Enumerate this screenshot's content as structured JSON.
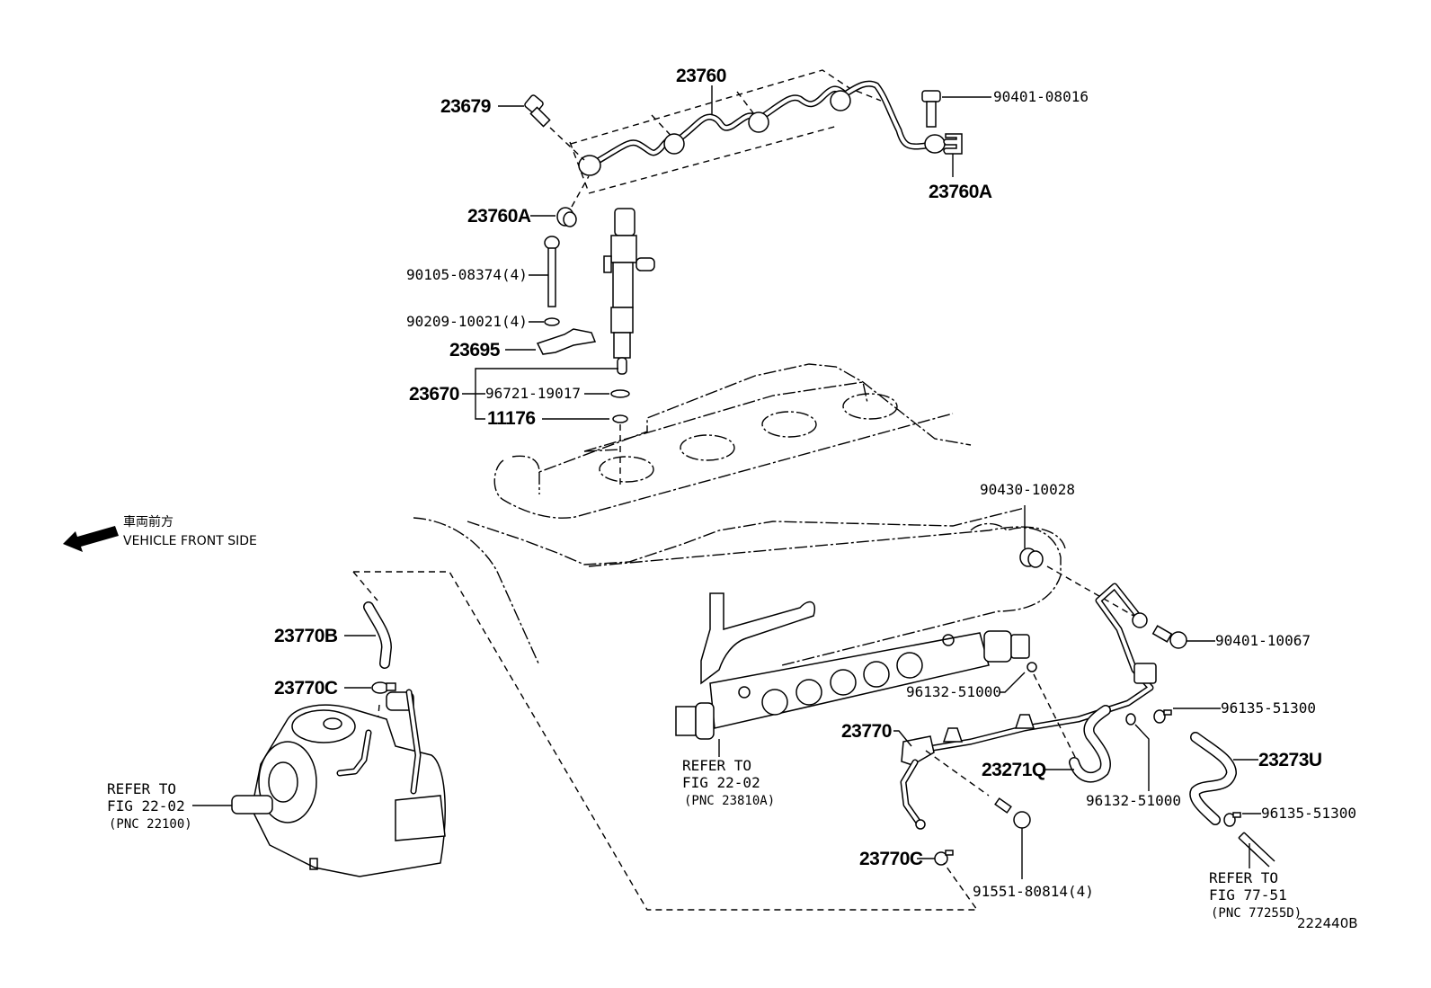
{
  "diagram": {
    "figure_id": "222440B",
    "direction_note": {
      "jp": "車両前方",
      "en": "VEHICLE FRONT SIDE"
    },
    "labels": {
      "p23760": "23760",
      "p23679": "23679",
      "p90401_08016": "90401-08016",
      "p23760A_top": "23760A",
      "p23760A_left": "23760A",
      "p90105": "90105-08374(4)",
      "p90209": "90209-10021(4)",
      "p23695": "23695",
      "p23670": "23670",
      "p96721": "96721-19017",
      "p11176": "11176",
      "p90430": "90430-10028",
      "p90401_10067": "90401-10067",
      "p23770B": "23770B",
      "p23770C_top": "23770C",
      "p96132_a": "96132-51000",
      "p96135_a": "96135-51300",
      "p23770": "23770",
      "p23271Q": "23271Q",
      "p23273U": "23273U",
      "p96132_b": "96132-51000",
      "p96135_b": "96135-51300",
      "p23770C_bottom": "23770C",
      "p91551": "91551-80814(4)"
    },
    "references": {
      "pump": {
        "line1": "REFER TO",
        "line2": "FIG 22-02",
        "line3": "(PNC 22100)"
      },
      "rail": {
        "line1": "REFER TO",
        "line2": "FIG 22-02",
        "line3": "(PNC 23810A)"
      },
      "fuel": {
        "line1": "REFER TO",
        "line2": "FIG 77-51",
        "line3": "(PNC 77255D)"
      }
    },
    "icons": {
      "direction": "arrow-left-icon"
    }
  }
}
